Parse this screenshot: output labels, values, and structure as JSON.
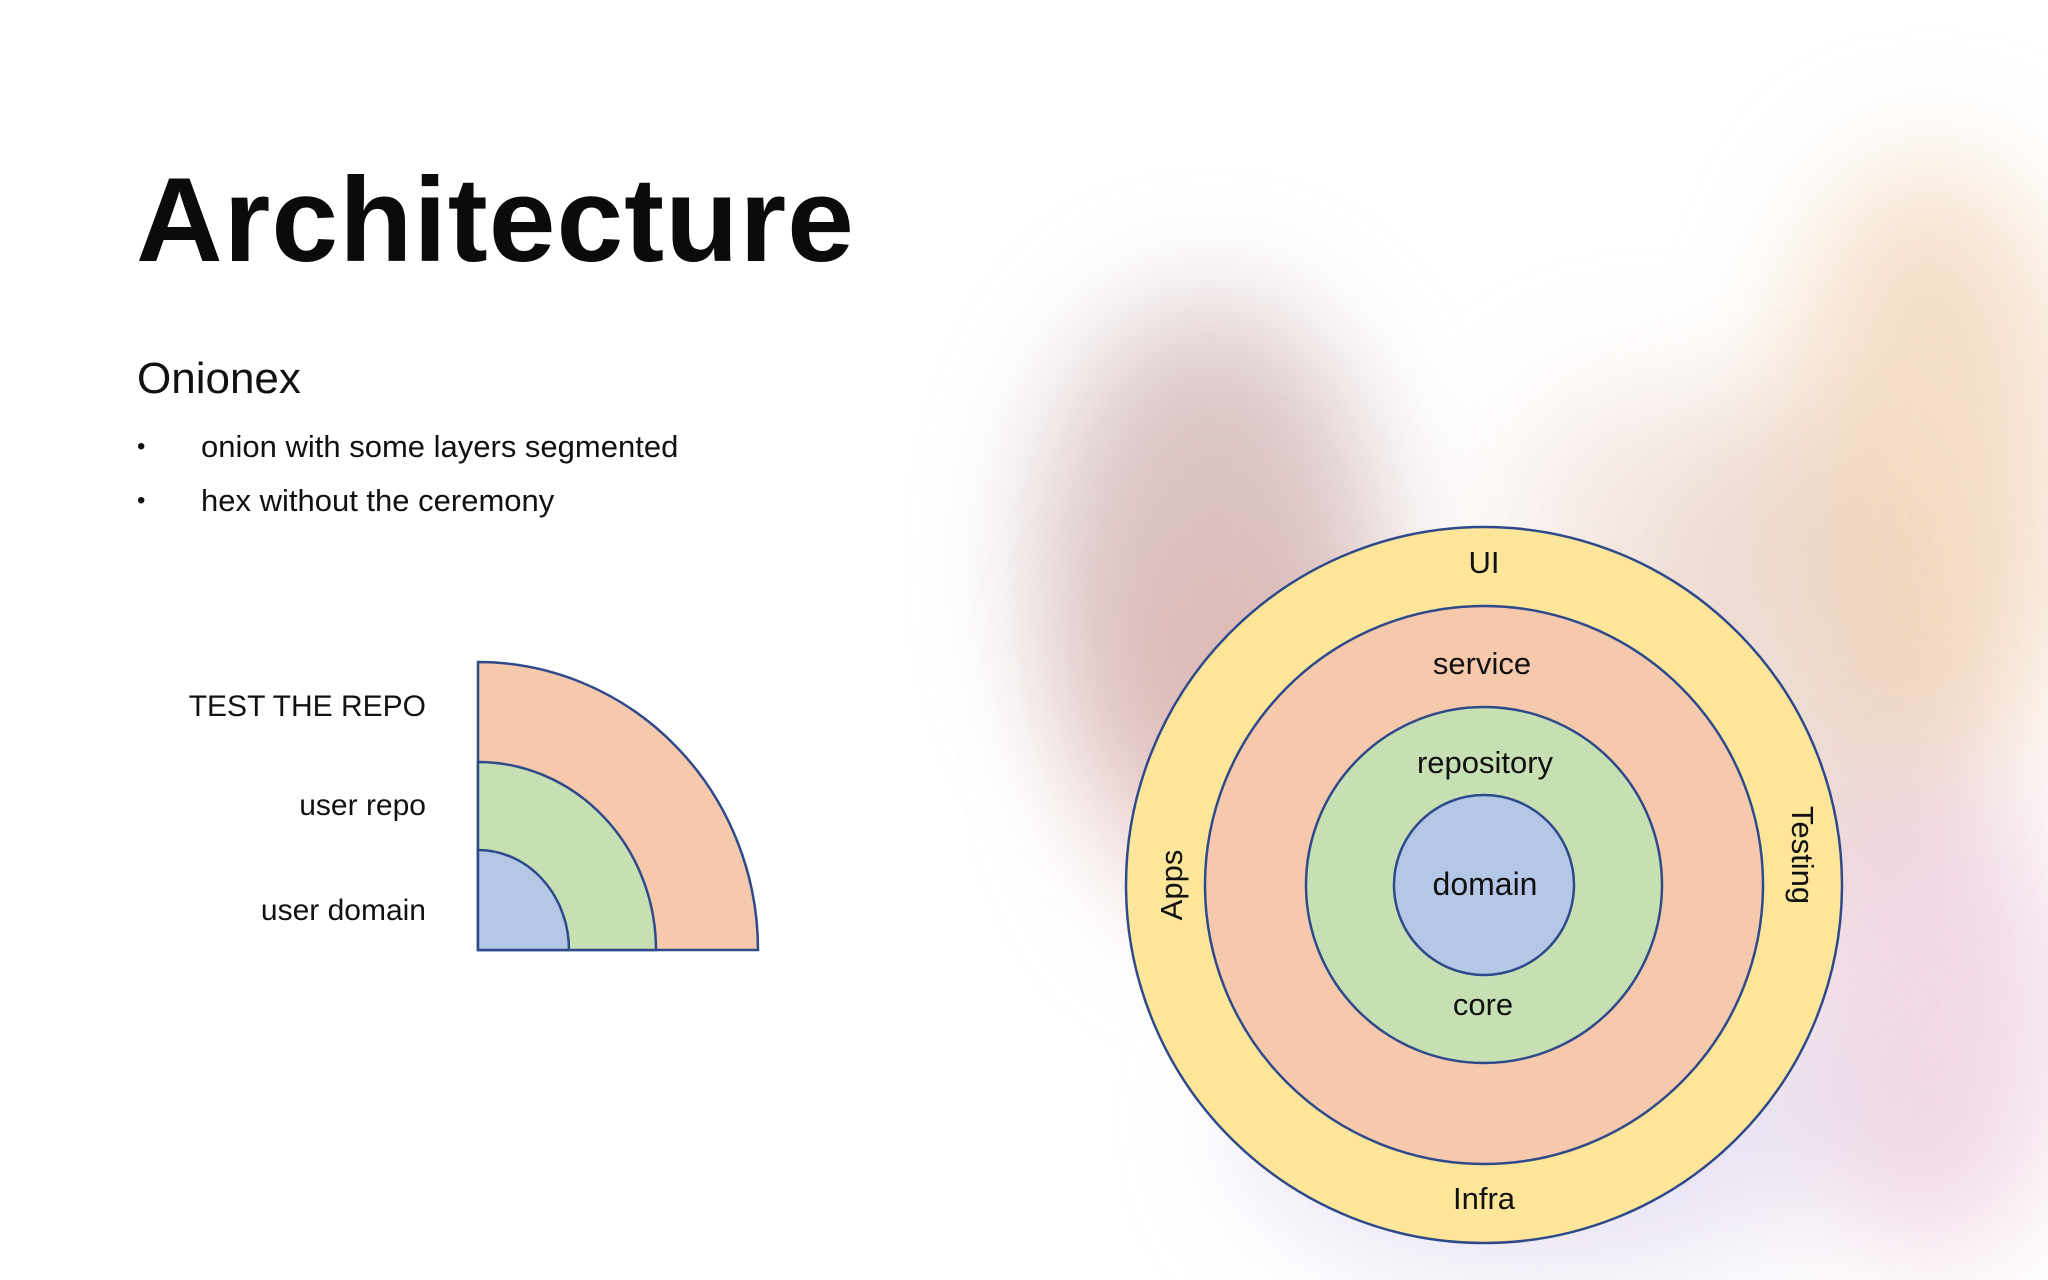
{
  "slide": {
    "title": "Architecture",
    "subtitle": "Onionex",
    "bullets": [
      "onion with some layers segmented",
      "hex without the ceremony"
    ]
  },
  "quarter_diagram": {
    "labels": [
      "TEST THE REPO",
      "user repo",
      "user domain"
    ]
  },
  "onion_diagram": {
    "outer_ring": {
      "top": "UI",
      "bottom": "Infra",
      "left": "Apps",
      "right": "Testing"
    },
    "service_ring": {
      "label": "service"
    },
    "core_ring": {
      "top": "repository",
      "bottom": "core"
    },
    "center": {
      "label": "domain"
    }
  },
  "colors": {
    "outer_yellow": "#fde59a",
    "service_peach": "#f6c9ad",
    "core_green": "#c6e0b4",
    "domain_blue": "#b4c7e7",
    "stroke_navy": "#2f4a8a"
  }
}
